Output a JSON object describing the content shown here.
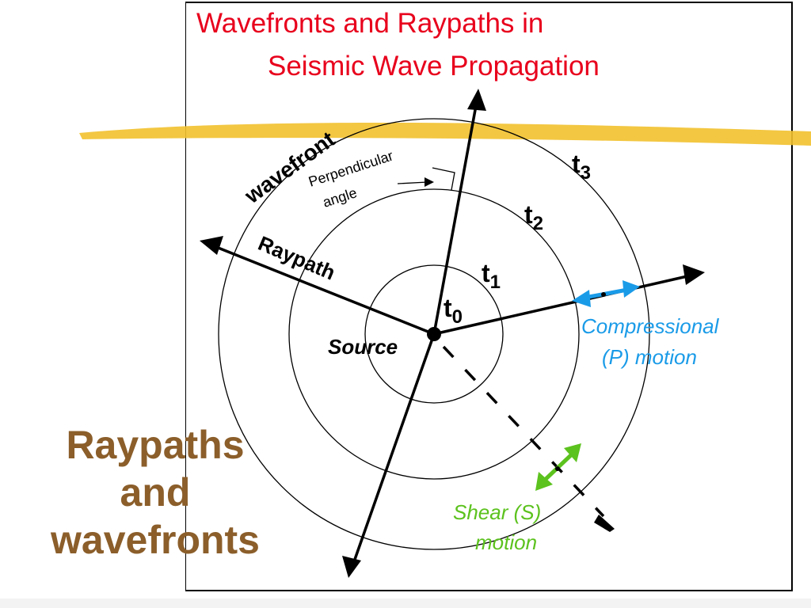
{
  "slide": {
    "title_lines": [
      "Raypaths",
      "and",
      "wavefronts"
    ]
  },
  "diagram": {
    "title_lines": [
      "Wavefronts and Raypaths in",
      "Seismic Wave Propagation"
    ],
    "labels": {
      "wavefront": "wavefront",
      "perpendicular": "Perpendicular",
      "angle": "angle",
      "raypath": "Raypath",
      "source": "Source",
      "t0": "t",
      "t0_sub": "0",
      "t1": "t",
      "t1_sub": "1",
      "t2": "t",
      "t2_sub": "2",
      "t3": "t",
      "t3_sub": "3",
      "compressional_1": "Compressional",
      "compressional_2": "(P) motion",
      "shear_1": "Shear (S)",
      "shear_2": "motion"
    },
    "colors": {
      "title": "#e8001c",
      "compressional": "#1a9be8",
      "shear": "#5cc21e",
      "highlighter": "#f2c12e",
      "slide_title": "#8b5e2a"
    }
  }
}
